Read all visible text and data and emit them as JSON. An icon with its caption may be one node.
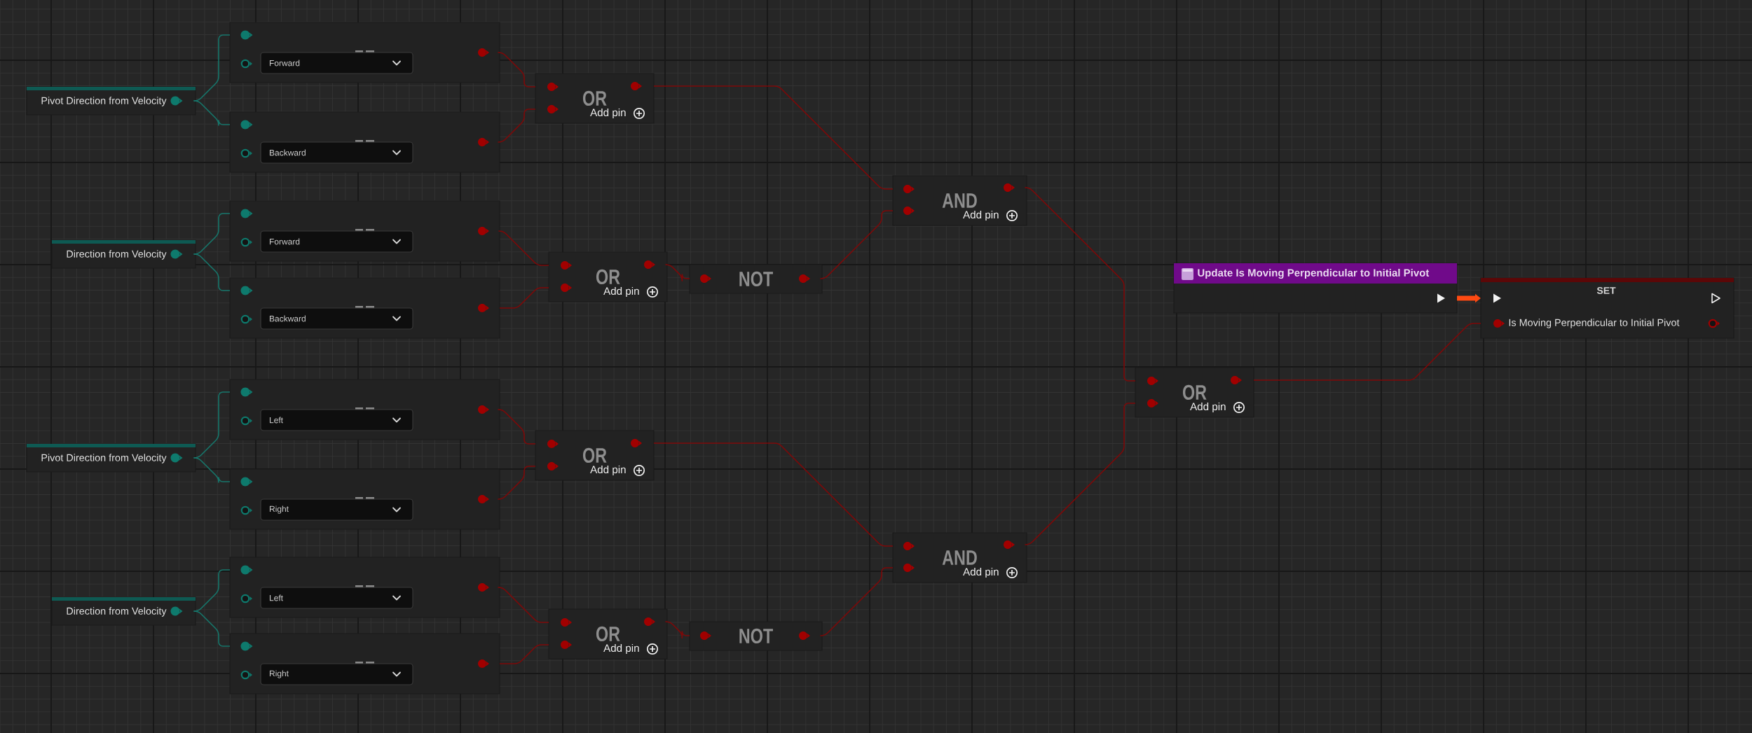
{
  "diagram": {
    "nodes": [
      {
        "text": [
          "Pivot Direction from Velocity"
        ]
      },
      {
        "text": [],
        "shape": "box"
      },
      {
        "text": [
          "Forward"
        ],
        "in": 1
      },
      {
        "text": [],
        "shape": "box"
      },
      {
        "text": [
          "Backward"
        ],
        "in": 3
      },
      {
        "text": [
          "OR",
          "Add pin"
        ]
      },
      {
        "text": [
          "Direction from Velocity"
        ]
      },
      {
        "text": [],
        "shape": "box"
      },
      {
        "text": [
          "Forward"
        ],
        "in": 7
      },
      {
        "text": [],
        "shape": "box"
      },
      {
        "text": [
          "Backward"
        ],
        "in": 9
      },
      {
        "text": [
          "OR",
          "Add pin"
        ]
      },
      {
        "text": [
          "NOT"
        ]
      },
      {
        "text": [
          "AND",
          "Add pin"
        ]
      },
      {
        "text": [
          "Pivot Direction from Velocity"
        ]
      },
      {
        "text": [],
        "shape": "box"
      },
      {
        "text": [
          "Left"
        ],
        "in": 15
      },
      {
        "text": [],
        "shape": "box"
      },
      {
        "text": [
          "Right"
        ],
        "in": 17
      },
      {
        "text": [
          "OR",
          "Add pin"
        ]
      },
      {
        "text": [
          "Direction from Velocity"
        ]
      },
      {
        "text": [],
        "shape": "box"
      },
      {
        "text": [
          "Left"
        ],
        "in": 21
      },
      {
        "text": [],
        "shape": "box"
      },
      {
        "text": [
          "Right"
        ],
        "in": 23
      },
      {
        "text": [
          "OR",
          "Add pin"
        ]
      },
      {
        "text": [
          "NOT"
        ]
      },
      {
        "text": [
          "AND",
          "Add pin"
        ]
      },
      {
        "text": [
          "OR",
          "Add pin"
        ]
      },
      {
        "text": [
          "Update Is Moving Perpendicular to Initial Pivot"
        ]
      },
      {
        "text": [
          "SET",
          "Is Moving Perpendicular to Initial Pivot"
        ]
      }
    ],
    "edges": [
      {
        "from": 0,
        "to": 1,
        "arrow": "none",
        "color": "#16766b"
      },
      {
        "from": 0,
        "to": 3,
        "arrow": "none",
        "color": "#16766b"
      },
      {
        "from": 1,
        "to": 5,
        "arrow": "none"
      },
      {
        "from": 3,
        "to": 5,
        "arrow": "none"
      },
      {
        "from": 6,
        "to": 7,
        "arrow": "none",
        "color": "#16766b"
      },
      {
        "from": 6,
        "to": 9,
        "arrow": "none",
        "color": "#16766b"
      },
      {
        "from": 7,
        "to": 11,
        "arrow": "none"
      },
      {
        "from": 9,
        "to": 11,
        "arrow": "none"
      },
      {
        "from": 5,
        "to": 13,
        "arrow": "none"
      },
      {
        "from": 11,
        "to": 12,
        "arrow": "none"
      },
      {
        "from": 12,
        "to": 13,
        "arrow": "none"
      },
      {
        "from": 14,
        "to": 15,
        "arrow": "none",
        "color": "#16766b"
      },
      {
        "from": 14,
        "to": 17,
        "arrow": "none",
        "color": "#16766b"
      },
      {
        "from": 15,
        "to": 19,
        "arrow": "none"
      },
      {
        "from": 17,
        "to": 19,
        "arrow": "none"
      },
      {
        "from": 20,
        "to": 21,
        "arrow": "none",
        "color": "#16766b"
      },
      {
        "from": 20,
        "to": 23,
        "arrow": "none",
        "color": "#16766b"
      },
      {
        "from": 21,
        "to": 25,
        "arrow": "none"
      },
      {
        "from": 23,
        "to": 25,
        "arrow": "none"
      },
      {
        "from": 19,
        "to": 27,
        "arrow": "none"
      },
      {
        "from": 25,
        "to": 26,
        "arrow": "none"
      },
      {
        "from": 26,
        "to": 27,
        "arrow": "none"
      },
      {
        "from": 13,
        "to": 28,
        "arrow": "none"
      },
      {
        "from": 27,
        "to": 28,
        "arrow": "none"
      },
      {
        "from": 28,
        "to": 30,
        "arrow": "none"
      },
      {
        "from": 29,
        "to": 30,
        "arrow": "to",
        "style": "thick",
        "color": "#ff4a12"
      }
    ]
  }
}
